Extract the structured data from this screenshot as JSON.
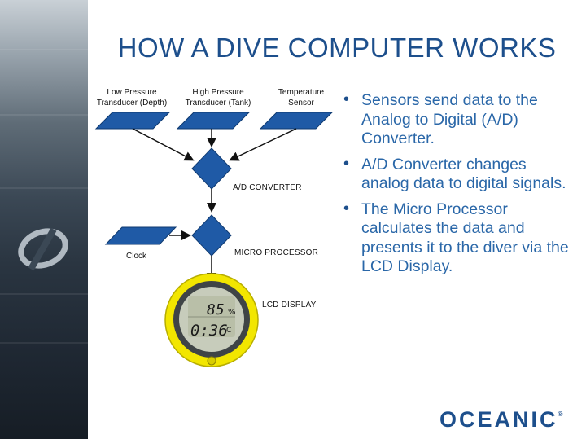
{
  "title": "HOW A DIVE COMPUTER WORKS",
  "diagram": {
    "sensors": [
      {
        "line1": "Low Pressure",
        "line2": "Transducer (Depth)"
      },
      {
        "line1": "High Pressure",
        "line2": "Transducer (Tank)"
      },
      {
        "line1": "Temperature",
        "line2": "Sensor"
      }
    ],
    "ad_converter": "A/D CONVERTER",
    "clock": "Clock",
    "micro_processor": "MICRO PROCESSOR",
    "lcd_display": "LCD DISPLAY",
    "device": {
      "top_reading": "85",
      "top_unit": "%",
      "bottom_reading": "0:36",
      "bottom_unit": "C"
    }
  },
  "bullets": [
    "Sensors send data to the Analog to Digital (A/D) Converter.",
    "A/D Converter changes analog data to digital signals.",
    "The Micro Processor calculates the data and presents it to the diver via the LCD Display."
  ],
  "brand": {
    "name": "OCEANIC",
    "mark": "®"
  },
  "colors": {
    "accent": "#1d4f8c",
    "bullet_text": "#2a67a8",
    "device_bezel": "#f2e600"
  }
}
